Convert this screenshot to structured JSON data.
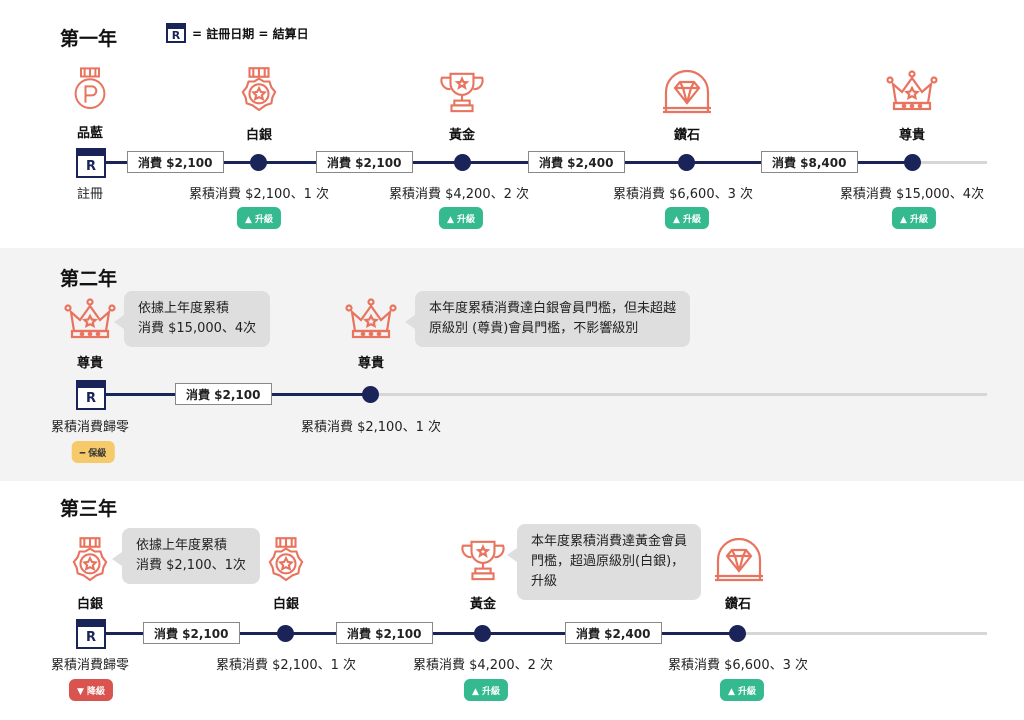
{
  "colors": {
    "navy": "#1b2458",
    "icon": "#e8735e",
    "up": "#35b98f",
    "keep": "#f6c96a",
    "down": "#d9534f",
    "band": "#f3f3f3"
  },
  "legend": {
    "badge_letter": "R",
    "text": "= 註冊日期 = 結算日"
  },
  "year1": {
    "title": "第一年",
    "start": {
      "letter": "R",
      "label": "註冊"
    },
    "tiers": [
      {
        "name": "品藍",
        "icon": "p-medal-icon"
      },
      {
        "name": "白銀",
        "icon": "star-medal-icon"
      },
      {
        "name": "黃金",
        "icon": "trophy-icon"
      },
      {
        "name": "鑽石",
        "icon": "diamond-icon"
      },
      {
        "name": "尊貴",
        "icon": "crown-icon"
      }
    ],
    "spends": [
      "消費 $2,100",
      "消費 $2,100",
      "消費 $2,400",
      "消費 $8,400"
    ],
    "totals": [
      "累積消費 $2,100、1 次",
      "累積消費 $4,200、2 次",
      "累積消費 $6,600、3 次",
      "累積消費 $15,000、4次"
    ],
    "badges": [
      "▲ 升級",
      "▲ 升級",
      "▲ 升級",
      "▲ 升級"
    ]
  },
  "year2": {
    "title": "第二年",
    "start": {
      "letter": "R",
      "label": "累積消費歸零",
      "badge": "━ 保級"
    },
    "tiers": [
      {
        "name": "尊貴",
        "icon": "crown-icon"
      },
      {
        "name": "尊貴",
        "icon": "crown-icon"
      }
    ],
    "bubbles": [
      [
        "依據上年度累積",
        "消費 $15,000、4次"
      ],
      [
        "本年度累積消費達白銀會員門檻，但未超越",
        "原級別 (尊貴)會員門檻，不影響級別"
      ]
    ],
    "spends": [
      "消費 $2,100"
    ],
    "totals": [
      "累積消費 $2,100、1 次"
    ]
  },
  "year3": {
    "title": "第三年",
    "start": {
      "letter": "R",
      "label": "累積消費歸零",
      "badge": "▼ 降級"
    },
    "tiers": [
      {
        "name": "白銀",
        "icon": "star-medal-icon"
      },
      {
        "name": "白銀",
        "icon": "star-medal-icon"
      },
      {
        "name": "黃金",
        "icon": "trophy-icon"
      },
      {
        "name": "鑽石",
        "icon": "diamond-icon"
      }
    ],
    "bubbles": [
      [
        "依據上年度累積",
        "消費 $2,100、1次"
      ],
      [
        "本年度累積消費達黃金會員",
        "門檻，超過原級別(白銀)，",
        "升級"
      ]
    ],
    "spends": [
      "消費 $2,100",
      "消費 $2,100",
      "消費 $2,400"
    ],
    "totals": [
      "累積消費 $2,100、1 次",
      "累積消費 $4,200、2 次",
      "累積消費 $6,600、3 次"
    ],
    "badges": [
      "▲ 升級",
      "▲ 升級"
    ]
  }
}
